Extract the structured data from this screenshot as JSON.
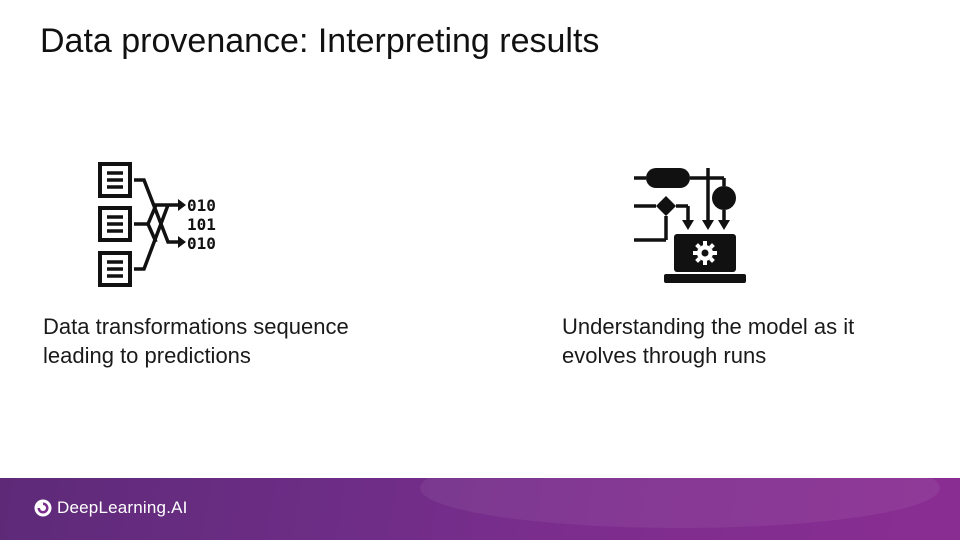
{
  "slide": {
    "title": "Data provenance: Interpreting results"
  },
  "left_panel": {
    "icon": "documents-to-binary-icon",
    "caption_line1": "Data transformations sequence",
    "caption_line2": "leading to predictions",
    "binary_rows": [
      "010",
      "101",
      "010"
    ]
  },
  "right_panel": {
    "icon": "flowchart-laptop-gear-icon",
    "caption_line1": "Understanding the model as it",
    "caption_line2": "evolves through runs"
  },
  "footer": {
    "brand": "DeepLearning.AI",
    "colors": {
      "gradient_start": "#5e2a78",
      "gradient_end": "#8a2d92",
      "text": "#ffffff"
    }
  }
}
